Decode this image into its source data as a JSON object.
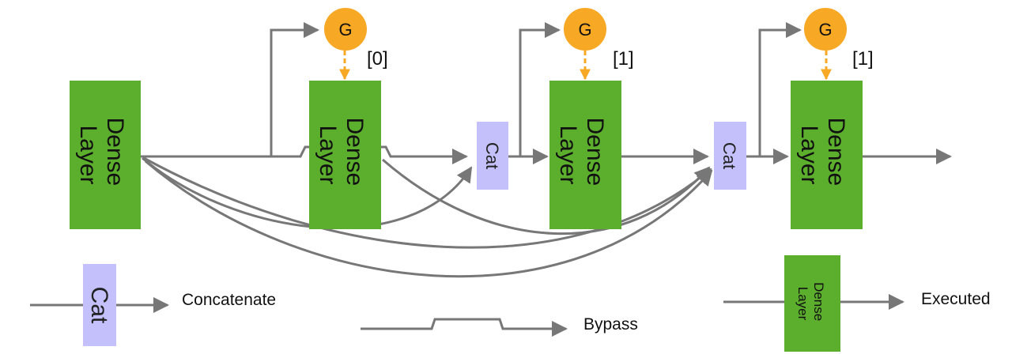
{
  "blocks": {
    "dense_label_line1": "Dense",
    "dense_label_line2": "Layer",
    "cat_label": "Cat",
    "gate_label": "G"
  },
  "gate_indices": [
    "[0]",
    "[1]",
    "[1]"
  ],
  "legend": {
    "concatenate": "Concatenate",
    "bypass": "Bypass",
    "executed": "Executed"
  },
  "colors": {
    "dense": "#5cae2d",
    "cat": "#c3c0fb",
    "gate": "#f7a825",
    "wire": "#777777"
  }
}
